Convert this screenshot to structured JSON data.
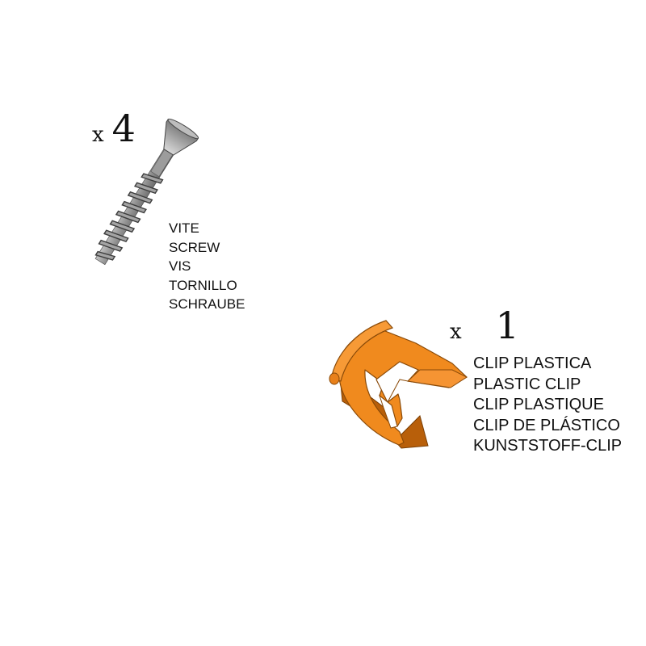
{
  "screw": {
    "quantity_prefix": "x",
    "quantity": "4",
    "labels": [
      "VITE",
      "SCREW",
      "VIS",
      "TORNILLO",
      "SCHRAUBE"
    ],
    "color": "#9a9a9a"
  },
  "clip": {
    "quantity_prefix": "x",
    "quantity": "1",
    "labels": [
      "CLIP PLASTICA",
      "PLASTIC CLIP",
      "CLIP PLASTIQUE",
      "CLIP DE PLÁSTICO",
      "KUNSTSTOFF-CLIP"
    ],
    "color": "#f08a1e"
  }
}
